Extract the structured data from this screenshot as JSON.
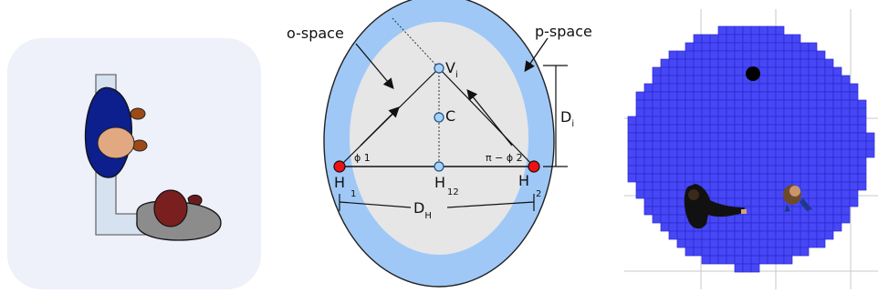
{
  "colors": {
    "left_bg": "#eef0fa",
    "chair": "#d7e2f1",
    "person1_body": "#0c1f8c",
    "person1_head": "#e2a882",
    "person1_hand": "#9c4b17",
    "person2_body": "#8c8c8c",
    "person2_head": "#7a1f1f",
    "outer_pspace": "#9fc8f6",
    "inner_ospace": "#e6e6e6",
    "point_fill": "#a9d1f5",
    "head_point": "#ee1111",
    "grid_fill": "#4747f5",
    "grid_line": "#2a2ad0",
    "marker": "#000000"
  },
  "diagram": {
    "label_ospace": "o-space",
    "label_pspace": "p-space",
    "label_V": "V",
    "label_V_sub": "i",
    "label_C": "C",
    "label_Di": "D",
    "label_Di_sub": "i",
    "label_phi1": "ϕ 1",
    "label_phi2": "π − ϕ 2",
    "label_H1": "H",
    "label_H1_sub": "1",
    "label_H12": "H",
    "label_H12_sub": "12",
    "label_H2": "H",
    "label_H2_sub": "2",
    "label_DH": "D",
    "label_DH_sub": "H"
  }
}
